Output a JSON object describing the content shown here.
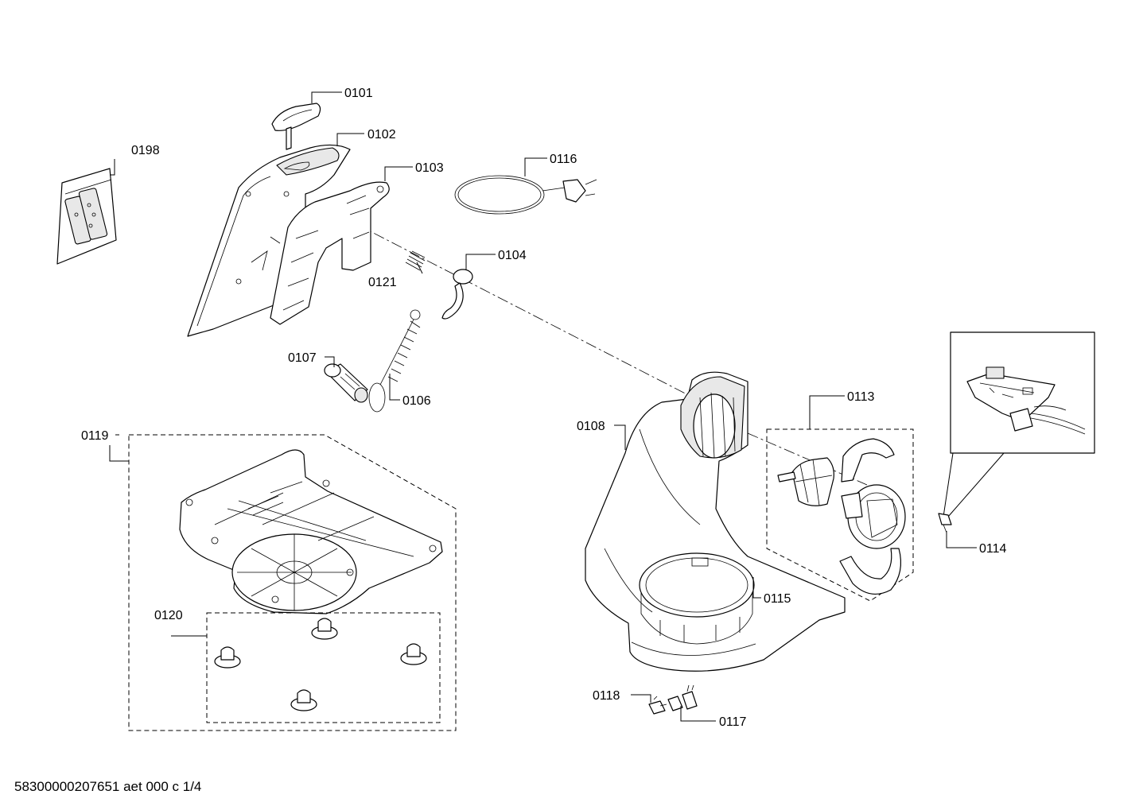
{
  "parts": [
    {
      "id": "p0101",
      "label": "0101"
    },
    {
      "id": "p0102",
      "label": "0102"
    },
    {
      "id": "p0103",
      "label": "0103"
    },
    {
      "id": "p0104",
      "label": "0104"
    },
    {
      "id": "p0106",
      "label": "0106"
    },
    {
      "id": "p0107",
      "label": "0107"
    },
    {
      "id": "p0108",
      "label": "0108"
    },
    {
      "id": "p0113",
      "label": "0113"
    },
    {
      "id": "p0114",
      "label": "0114"
    },
    {
      "id": "p0115",
      "label": "0115"
    },
    {
      "id": "p0116",
      "label": "0116"
    },
    {
      "id": "p0117",
      "label": "0117"
    },
    {
      "id": "p0118",
      "label": "0118"
    },
    {
      "id": "p0119",
      "label": "0119"
    },
    {
      "id": "p0120",
      "label": "0120"
    },
    {
      "id": "p0121",
      "label": "0121"
    },
    {
      "id": "p0198",
      "label": "0198"
    }
  ],
  "footer": "58300000207651 aet 000 c 1/4"
}
